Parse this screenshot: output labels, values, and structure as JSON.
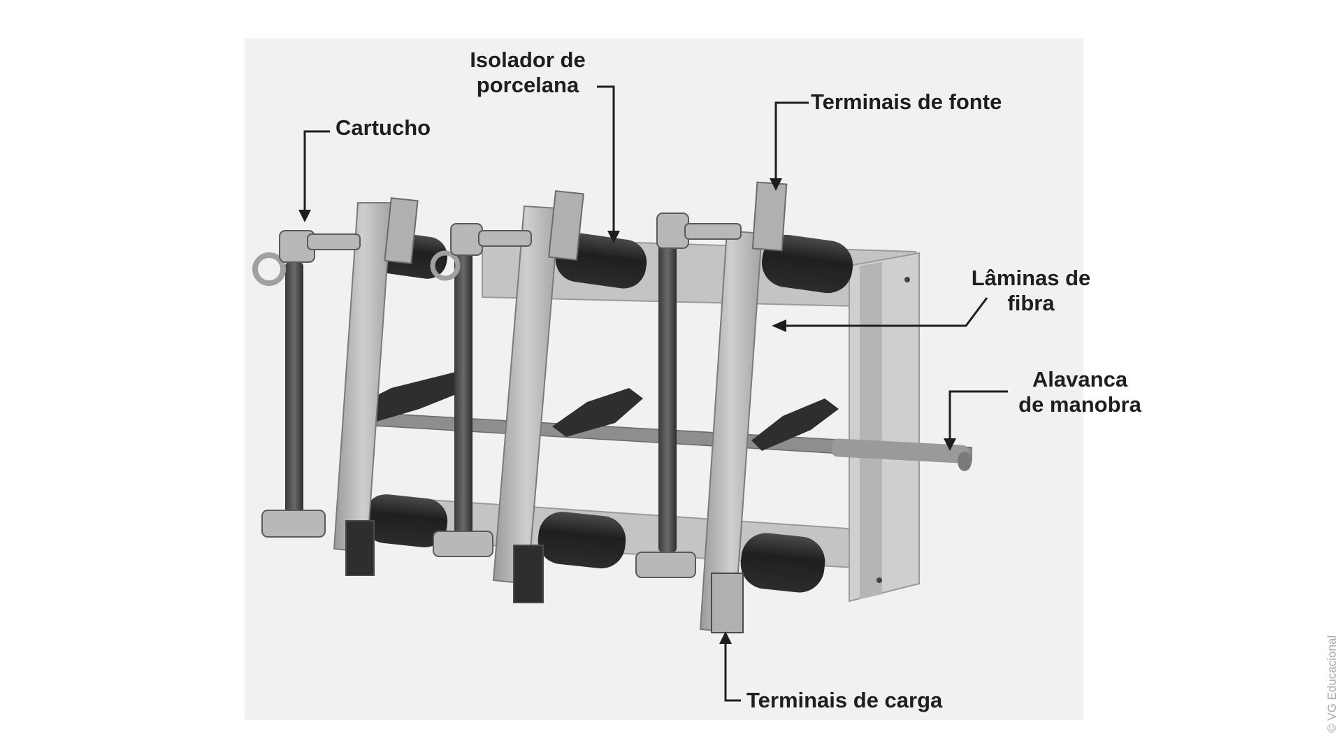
{
  "labels": {
    "cartucho": "Cartucho",
    "isolador_line1": "Isolador de",
    "isolador_line2": "porcelana",
    "terminais_fonte": "Terminais de fonte",
    "laminas_line1": "Lâminas de",
    "laminas_line2": "fibra",
    "alavanca_line1": "Alavanca",
    "alavanca_line2": "de manobra",
    "terminais_carga": "Terminais de carga"
  },
  "credit": "© VG Educacional",
  "colors": {
    "text": "#1e1e1e",
    "leader": "#1e1e1e",
    "insulator": "#2b2b2b",
    "blade": "#b8b8b8",
    "frame": "#c9c9c9",
    "credit": "#a9a9a9"
  }
}
